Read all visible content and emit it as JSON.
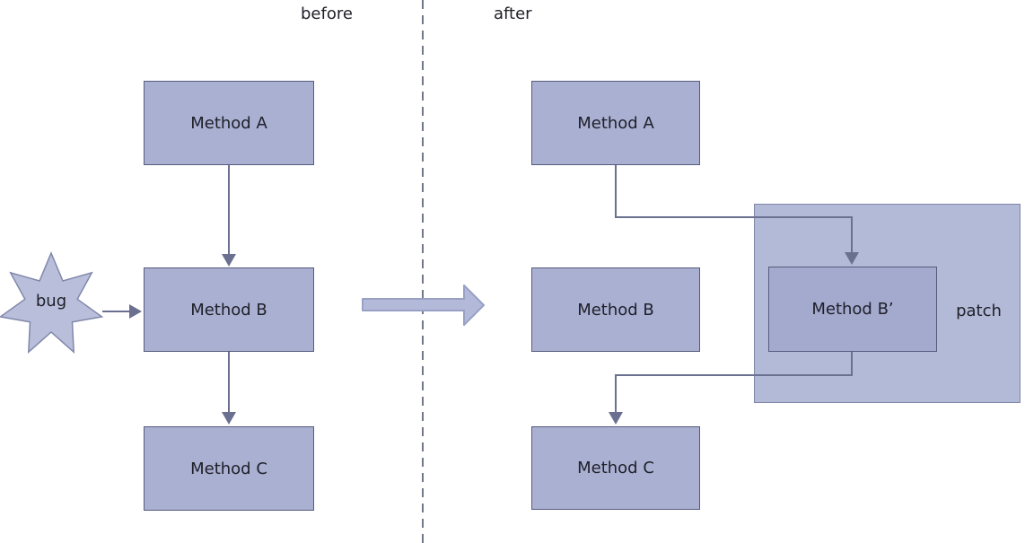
{
  "sections": {
    "before_label": "before",
    "after_label": "after"
  },
  "before": {
    "nodes": [
      {
        "label": "Method A"
      },
      {
        "label": "Method B"
      },
      {
        "label": "Method C"
      }
    ],
    "bug_label": "bug"
  },
  "after": {
    "nodes": [
      {
        "label": "Method A"
      },
      {
        "label": "Method B"
      },
      {
        "label": "Method C"
      }
    ],
    "patch_node_label": "Method B’",
    "patch_label": "patch"
  },
  "colors": {
    "node_fill": "#a9b0d2",
    "node_prime_fill": "#a3aace",
    "node_border": "#565c7d",
    "patch_fill": "#b3bad7",
    "patch_border": "#7f87a8",
    "star_fill": "#b9bfdb",
    "star_border": "#8087a9",
    "block_arrow_fill": "#b3bad9",
    "block_arrow_border": "#99a0c5",
    "connector": "#6b7090",
    "divider": "#73778a",
    "text_color": "#20202a"
  }
}
